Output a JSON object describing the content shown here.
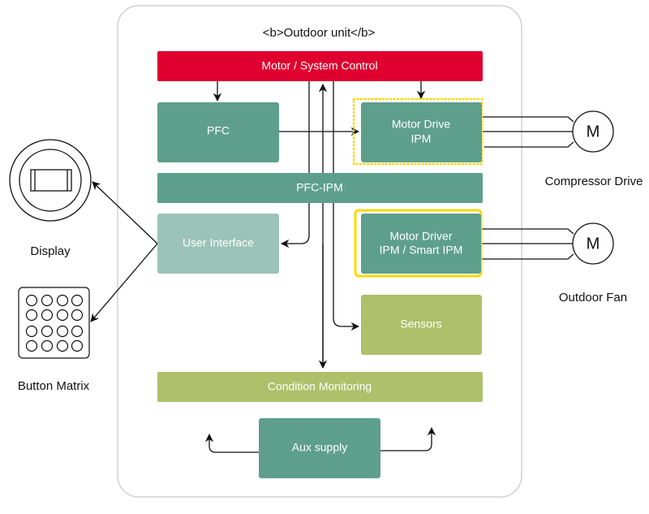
{
  "container": {
    "title": "<b>Outdoor unit</b>"
  },
  "colors": {
    "red": "#e0002f",
    "teal": "#5e9f8c",
    "teal_light": "#9cc3b7",
    "olive": "#aec06a",
    "yellow": "#ffd800",
    "line": "#111111"
  },
  "blocks": {
    "motor_system_control": "Motor / System Control",
    "pfc": "PFC",
    "motor_drive_ipm": [
      "Motor Drive",
      "IPM"
    ],
    "pfc_ipm": "PFC-IPM",
    "user_interface": "User Interface",
    "motor_driver_smart_ipm": [
      "Motor Driver",
      "IPM / Smart IPM"
    ],
    "sensors": "Sensors",
    "condition_monitoring": "Condition Monitoring",
    "aux_supply": "Aux supply"
  },
  "external": {
    "compressor_motor_symbol": "M",
    "compressor_label": "Compressor Drive",
    "fan_motor_symbol": "M",
    "fan_label": "Outdoor Fan",
    "display_label": "Display",
    "button_matrix_label": "Button Matrix"
  }
}
